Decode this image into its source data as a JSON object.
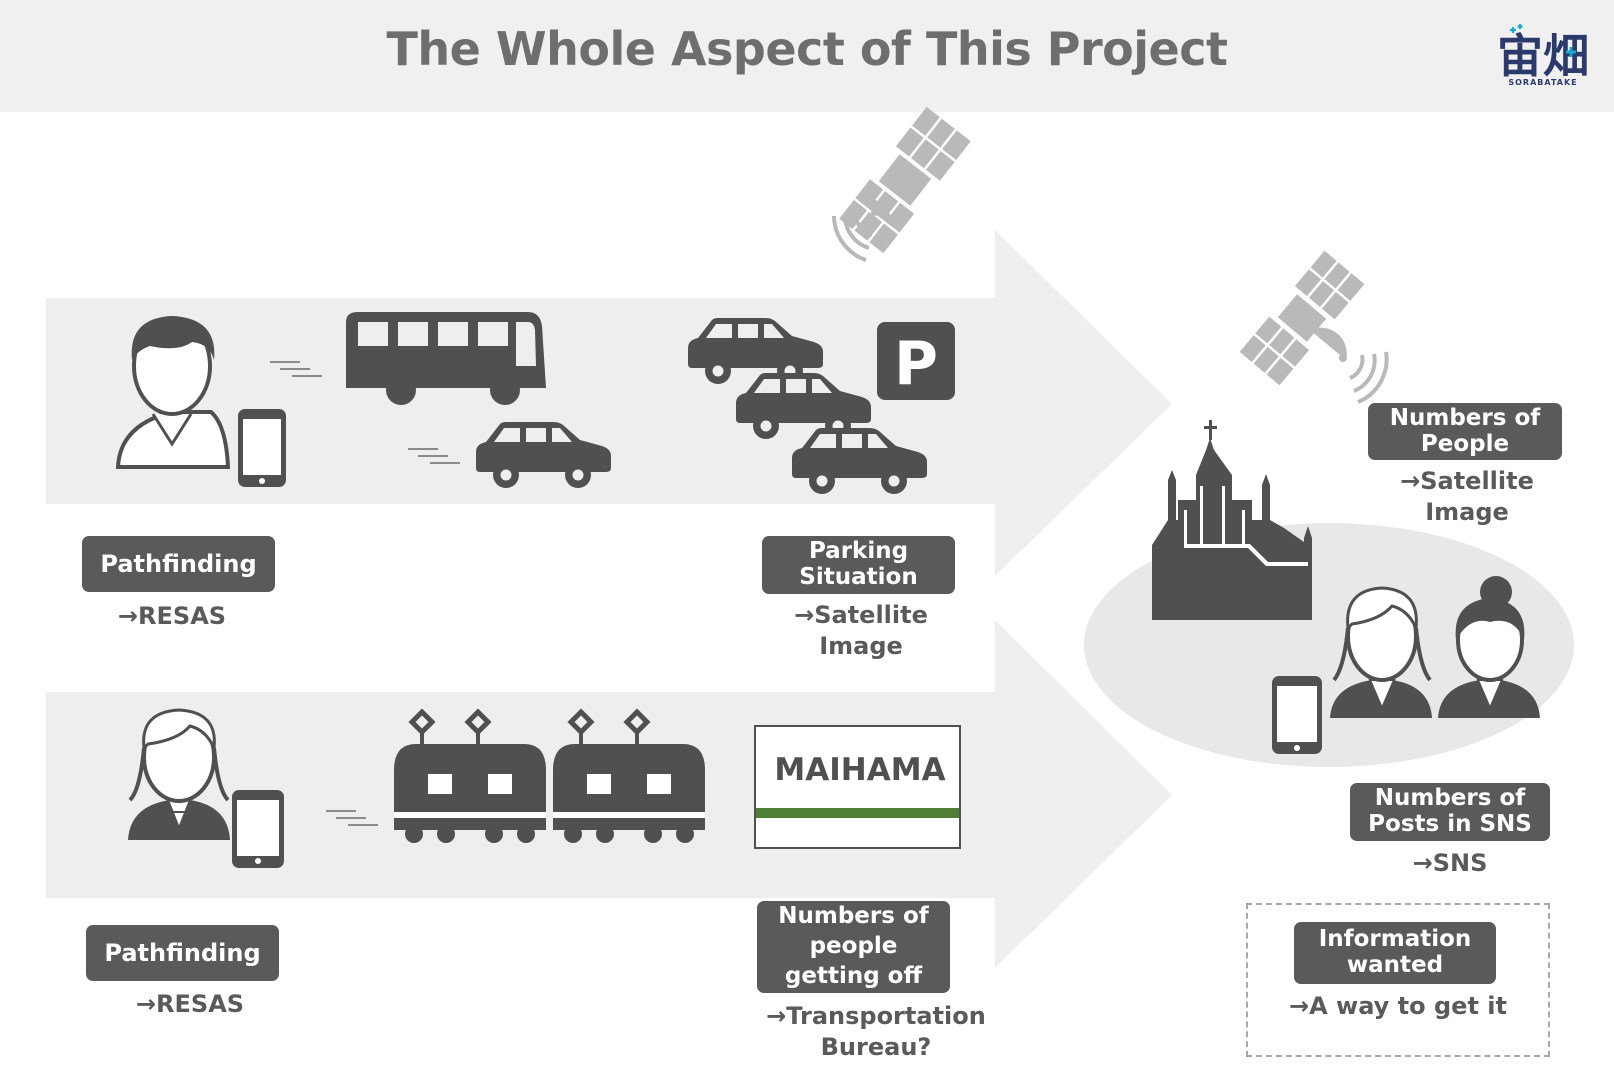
{
  "header": {
    "title": "The Whole Aspect of This Project",
    "logo_text": "宙畑",
    "logo_subtext": "SORABATAKE"
  },
  "top_route": {
    "pathfinding_label": "Pathfinding",
    "pathfinding_source": "→RESAS",
    "parking_label": "Parking Situation",
    "parking_source": "→Satellite Image",
    "parking_sign": "P"
  },
  "bottom_route": {
    "pathfinding_label": "Pathfinding",
    "pathfinding_source": "→RESAS",
    "station_name": "MAIHAMA",
    "getting_off_label": "Numbers of people getting off",
    "getting_off_source": "→Transportation Bureau?"
  },
  "destination": {
    "people_label": "Numbers of People",
    "people_source": "→Satellite Image",
    "sns_label": "Numbers of Posts in SNS",
    "sns_source": "→SNS"
  },
  "legend": {
    "label": "Information wanted",
    "source": "→A way to get it"
  },
  "colors": {
    "header_bg": "#f0f0f0",
    "band": "#eeeeee",
    "arrow": "#efefef",
    "icon_dark": "#505050",
    "icon_light": "#b9b9b9",
    "label_bg": "#5a5a5a",
    "station_stripe": "#4f7f35",
    "logo_navy": "#2b3a6b",
    "logo_teal": "#17a9c9"
  }
}
